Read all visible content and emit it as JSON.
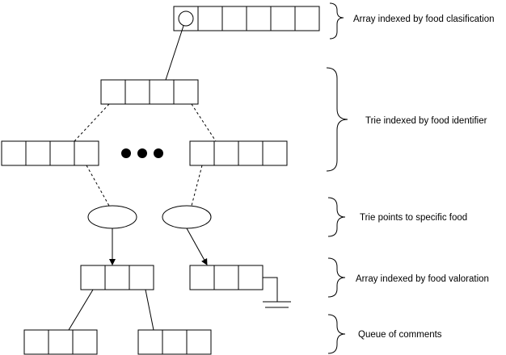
{
  "labels": {
    "food_classification": "Array indexed by food clasification",
    "food_identifier": "Trie indexed by food identifier",
    "specific_food": "Trie points to specific food",
    "food_valoration": "Array indexed by food valoration",
    "comments": "Queue of comments"
  },
  "colors": {
    "stroke": "#000000",
    "background": "#ffffff"
  }
}
